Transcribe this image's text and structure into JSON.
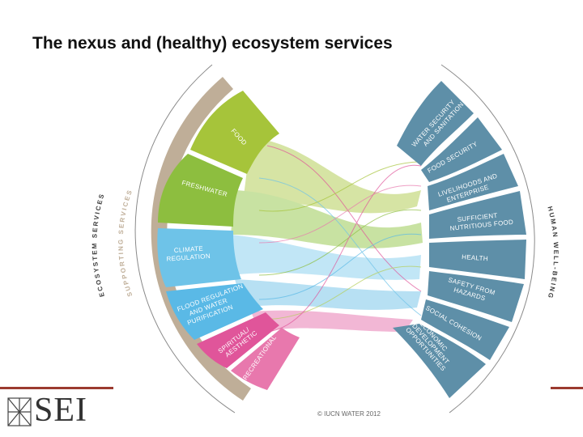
{
  "slide": {
    "title": "The nexus and (healthy) ecosystem services"
  },
  "diagram": {
    "left_ring_outer": "ECOSYSTEM SERVICES",
    "left_ring_inner": "SUPPORTING SERVICES",
    "right_ring": "HUMAN WELL-BEING",
    "left_segments": [
      {
        "label": "FOOD",
        "color": "#a6c43a"
      },
      {
        "label": "FRESHWATER",
        "color": "#8dbe3f"
      },
      {
        "label": "CLIMATE REGULATION",
        "color": "#6ec3e8"
      },
      {
        "label": "FLOOD REGULATION AND WATER PURIFICATION",
        "color": "#5ab9e6"
      },
      {
        "label": "SPIRITUAL/ AESTHETIC",
        "color": "#e0559a"
      },
      {
        "label": "RECREATIONAL",
        "color": "#e878ad"
      }
    ],
    "right_segments": [
      {
        "label": "WATER SECURITY AND SANITATION",
        "color": "#5e8fa8"
      },
      {
        "label": "FOOD SECURITY",
        "color": "#5e8fa8"
      },
      {
        "label": "LIVELIHOODS AND ENTERPRISE",
        "color": "#5e8fa8"
      },
      {
        "label": "SUFFICIENT NUTRITIOUS FOOD",
        "color": "#5e8fa8"
      },
      {
        "label": "HEALTH",
        "color": "#5e8fa8"
      },
      {
        "label": "SAFETY FROM HAZARDS",
        "color": "#5e8fa8"
      },
      {
        "label": "SOCIAL COHESION",
        "color": "#5e8fa8"
      },
      {
        "label": "ECONOMIC DEVELOPMENT OPPORTUNITIES",
        "color": "#5e8fa8"
      }
    ],
    "credit": "© IUCN WATER 2012"
  },
  "logo": {
    "text": "SEI"
  }
}
